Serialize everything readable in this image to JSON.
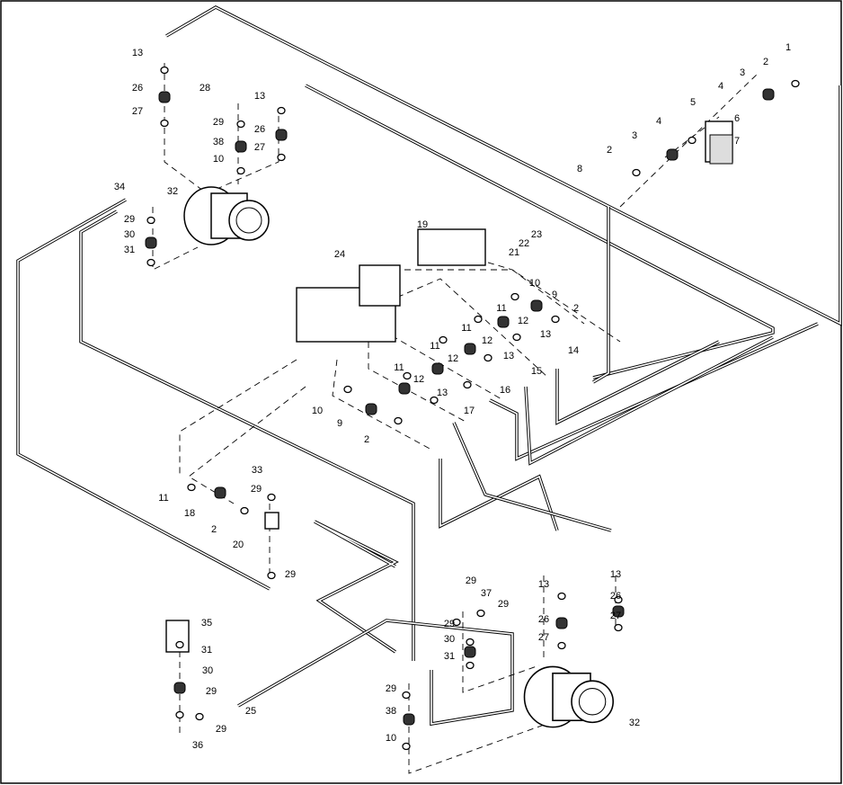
{
  "diagram": {
    "callouts": [
      "1",
      "2",
      "3",
      "4",
      "5",
      "6",
      "7",
      "4",
      "3",
      "2",
      "8",
      "13",
      "26",
      "27",
      "28",
      "29",
      "38",
      "10",
      "13",
      "26",
      "27",
      "32",
      "34",
      "29",
      "30",
      "31",
      "19",
      "23",
      "22",
      "21",
      "24",
      "10",
      "9",
      "11",
      "12",
      "2",
      "11",
      "12",
      "13",
      "14",
      "11",
      "12",
      "13",
      "15",
      "11",
      "12",
      "13",
      "16",
      "10",
      "9",
      "17",
      "2",
      "11",
      "18",
      "2",
      "20",
      "33",
      "29",
      "29",
      "35",
      "31",
      "30",
      "29",
      "25",
      "29",
      "36",
      "29",
      "37",
      "29",
      "29",
      "30",
      "31",
      "13",
      "26",
      "27",
      "13",
      "26",
      "27",
      "32",
      "29",
      "38",
      "10"
    ]
  }
}
